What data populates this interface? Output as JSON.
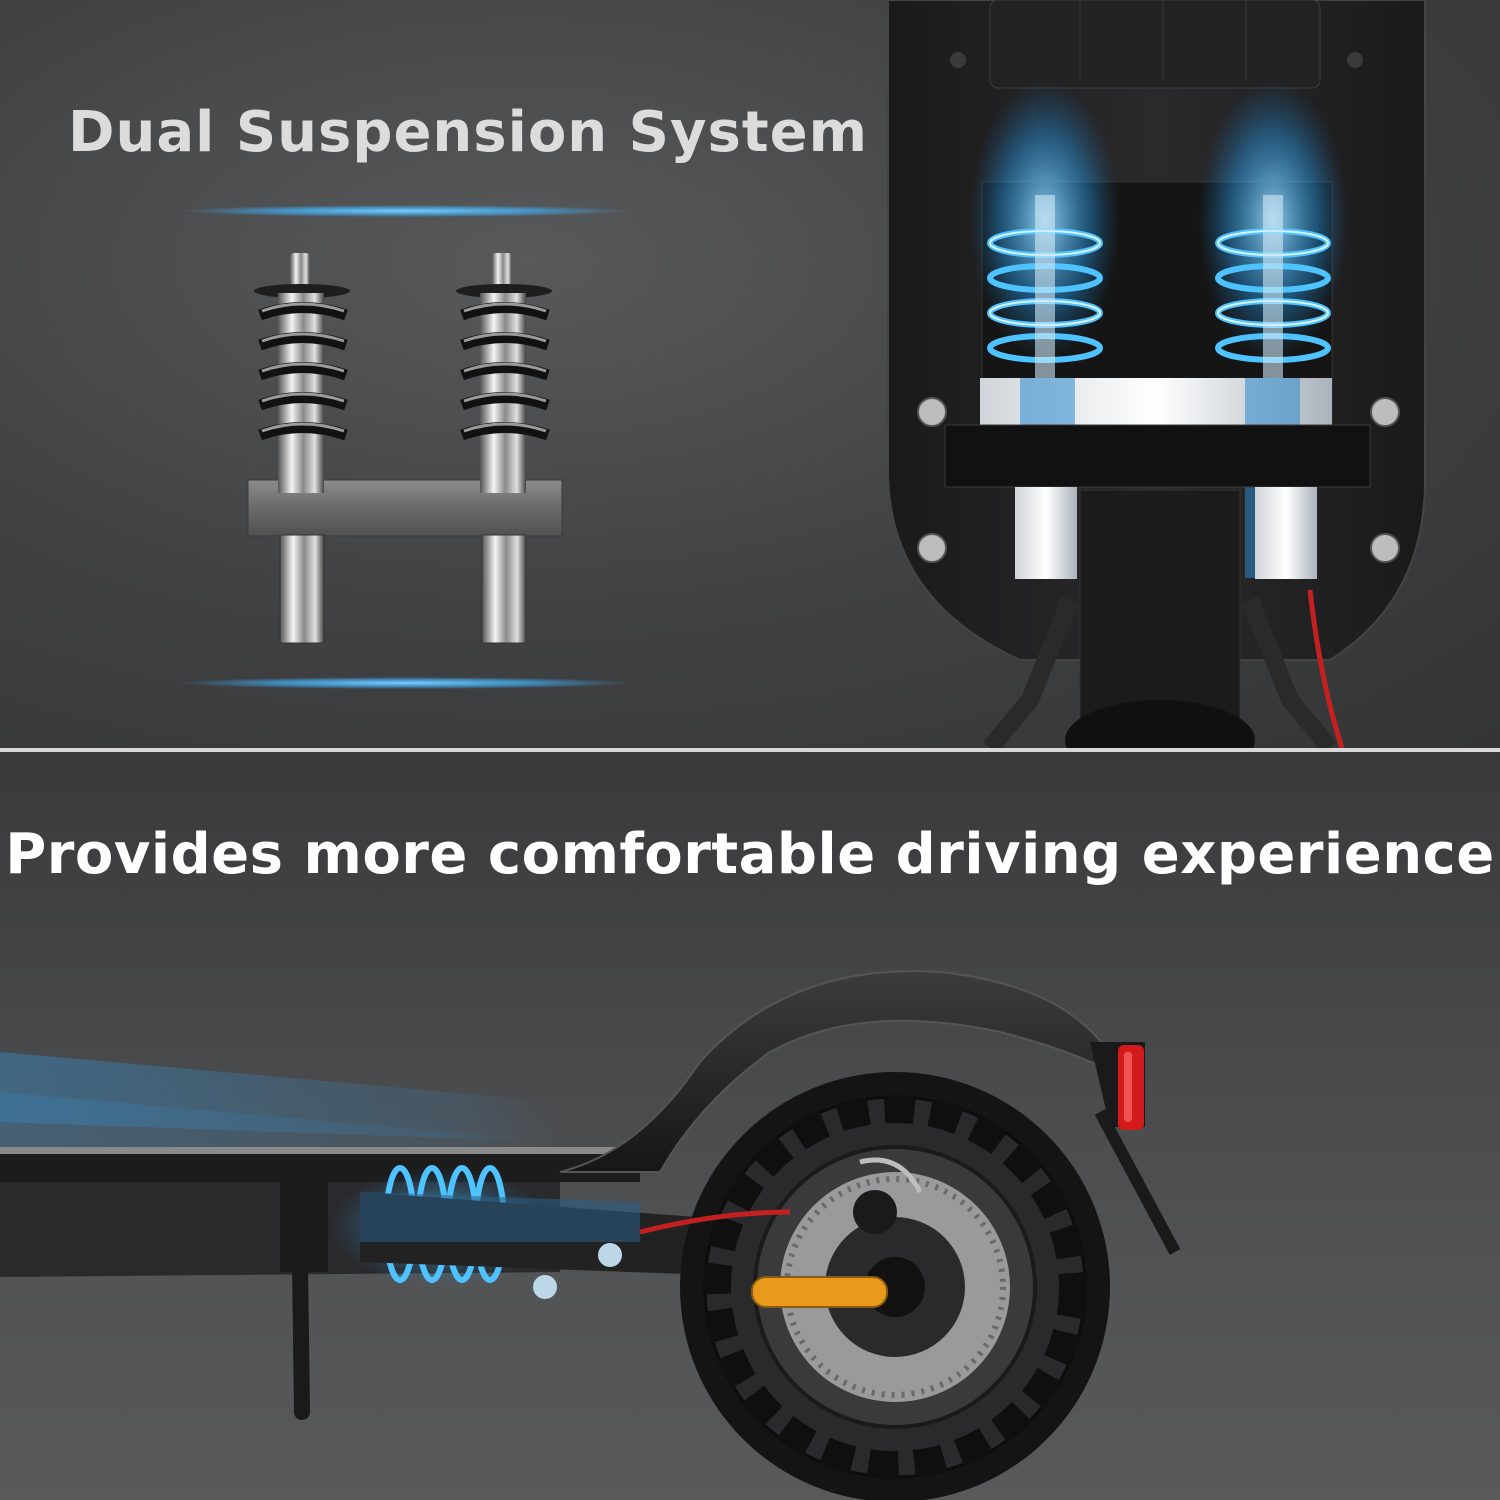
{
  "top_panel": {
    "title": "Dual Suspension System"
  },
  "bottom_panel": {
    "title": "Provides more comfortable driving experience"
  },
  "colors": {
    "accent_glow": "#3fb4ff",
    "tail_light": "#d11a1a",
    "reflector": "#e89a1c",
    "wire": "#c42020"
  },
  "illustrations": [
    "suspension-spring-pair",
    "scooter-underside-suspension",
    "scooter-rear-wheel"
  ]
}
